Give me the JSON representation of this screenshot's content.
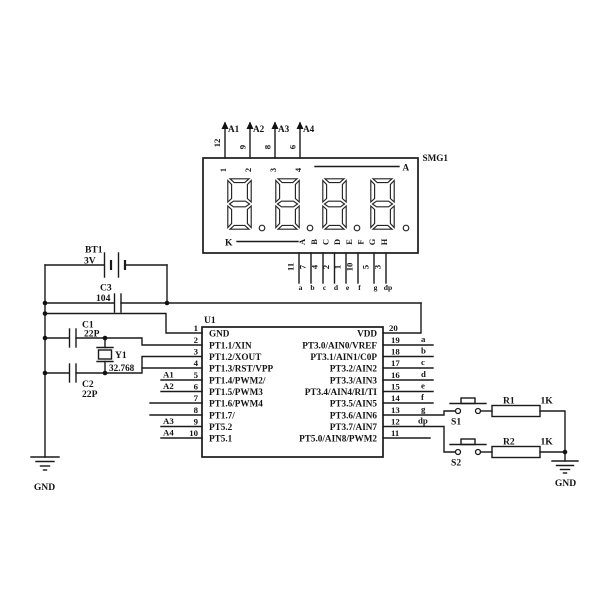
{
  "colors": {
    "ink": "#1a1a1a",
    "paper": "#ffffff"
  },
  "display": {
    "ref": "SMG1",
    "top_pins": [
      {
        "num": "12",
        "net": "A1"
      },
      {
        "num": "9",
        "net": "A2"
      },
      {
        "num": "8",
        "net": "A3"
      },
      {
        "num": "6",
        "net": "A4"
      }
    ],
    "digit_index_labels": [
      "1",
      "2",
      "3",
      "4"
    ],
    "anode_label": "A",
    "cathode_label": "K",
    "segment_letters": [
      "A",
      "B",
      "C",
      "D",
      "E",
      "F",
      "G",
      "H"
    ],
    "bottom_pins": [
      {
        "num": "11",
        "net": "a"
      },
      {
        "num": "7",
        "net": "b"
      },
      {
        "num": "4",
        "net": "c"
      },
      {
        "num": "2",
        "net": "d"
      },
      {
        "num": "1",
        "net": "e"
      },
      {
        "num": "10",
        "net": "f"
      },
      {
        "num": "5",
        "net": "g"
      },
      {
        "num": "3",
        "net": "dp"
      }
    ]
  },
  "mcu": {
    "ref": "U1",
    "left_pins": [
      {
        "num": "1",
        "name": "GND",
        "net": ""
      },
      {
        "num": "2",
        "name": "PT1.1/XIN",
        "net": ""
      },
      {
        "num": "3",
        "name": "PT1.2/XOUT",
        "net": ""
      },
      {
        "num": "4",
        "name": "PT1.3/RST/VPP",
        "net": ""
      },
      {
        "num": "5",
        "name": "PT1.4/PWM2/",
        "net": "A1"
      },
      {
        "num": "6",
        "name": "PT1.5/PWM3",
        "net": "A2"
      },
      {
        "num": "7",
        "name": "PT1.6/PWM4",
        "net": ""
      },
      {
        "num": "8",
        "name": "PT1.7/",
        "net": ""
      },
      {
        "num": "9",
        "name": "PT5.2",
        "net": "A3"
      },
      {
        "num": "10",
        "name": "PT5.1",
        "net": "A4"
      }
    ],
    "right_pins": [
      {
        "num": "20",
        "name": "VDD",
        "net": ""
      },
      {
        "num": "19",
        "name": "PT3.0/AIN0/VREF",
        "net": "a"
      },
      {
        "num": "18",
        "name": "PT3.1/AIN1/C0P",
        "net": "b"
      },
      {
        "num": "17",
        "name": "PT3.2/AIN2",
        "net": "c"
      },
      {
        "num": "16",
        "name": "PT3.3/AIN3",
        "net": "d"
      },
      {
        "num": "15",
        "name": "PT3.4/AIN4/RI/TI",
        "net": "e"
      },
      {
        "num": "14",
        "name": "PT3.5/AIN5",
        "net": "f"
      },
      {
        "num": "13",
        "name": "PT3.6/AIN6",
        "net": "g"
      },
      {
        "num": "12",
        "name": "PT3.7/AIN7",
        "net": "dp"
      },
      {
        "num": "11",
        "name": "PT5.0/AIN8/PWM2",
        "net": ""
      }
    ]
  },
  "components": {
    "battery": {
      "ref": "BT1",
      "value": "3V"
    },
    "cap_c3": {
      "ref": "C3",
      "value": "104"
    },
    "cap_c1": {
      "ref": "C1",
      "value": "22P"
    },
    "cap_c2": {
      "ref": "C2",
      "value": "22P"
    },
    "crystal": {
      "ref": "Y1",
      "value": "32.768"
    },
    "res_r1": {
      "ref": "R1",
      "value": "1K"
    },
    "res_r2": {
      "ref": "R2",
      "value": "1K"
    },
    "sw_s1": {
      "ref": "S1"
    },
    "sw_s2": {
      "ref": "S2"
    },
    "gnd_left": {
      "label": "GND"
    },
    "gnd_right": {
      "label": "GND"
    }
  }
}
